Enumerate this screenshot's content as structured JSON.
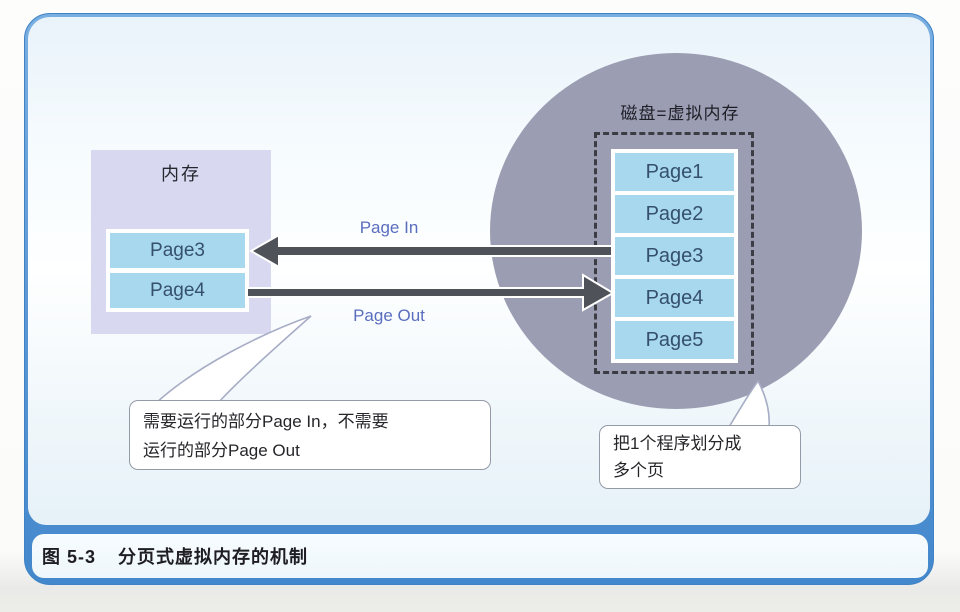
{
  "caption": {
    "number": "图 5-3",
    "title": "分页式虚拟内存的机制"
  },
  "memory": {
    "label": "内存",
    "pages": [
      "Page3",
      "Page4"
    ]
  },
  "disk": {
    "label": "磁盘=虚拟内存",
    "pages": [
      "Page1",
      "Page2",
      "Page3",
      "Page4",
      "Page5"
    ]
  },
  "arrows": {
    "page_in_label": "Page In",
    "page_out_label": "Page Out"
  },
  "callouts": {
    "memory_note": {
      "line1": "需要运行的部分Page In，不需要",
      "line2": "运行的部分Page Out"
    },
    "disk_note": {
      "line1": "把1个程序划分成",
      "line2": "多个页"
    }
  },
  "colors": {
    "frame-blue": "#5a96d4",
    "disk-circle": "#9b9db2",
    "memory-box": "#d8d9f0",
    "page-row": "#a8d8ee",
    "arrow": "#50525a",
    "arrow-label": "#5a6ebe",
    "dashed-border": "#3c3c44"
  }
}
